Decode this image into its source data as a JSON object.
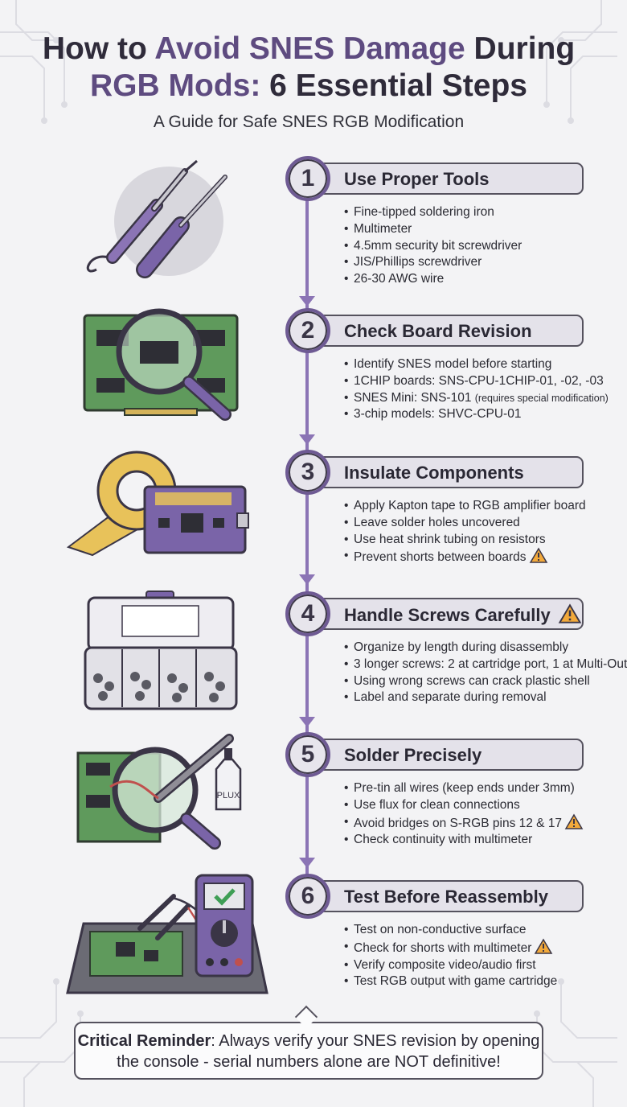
{
  "title": {
    "part1": "How to ",
    "accent1": "Avoid SNES Damage",
    "part2": " During",
    "accent2": "RGB Mods:",
    "part3": " 6 Essential Steps"
  },
  "subtitle": "A Guide for Safe SNES RGB Modification",
  "steps": [
    {
      "number": "1",
      "title": "Use Proper Tools",
      "items": [
        "Fine-tipped soldering iron",
        "Multimeter",
        "4.5mm security bit screwdriver",
        "JIS/Phillips screwdriver",
        "26-30 AWG wire"
      ]
    },
    {
      "number": "2",
      "title": "Check Board Revision",
      "items": [
        "Identify SNES model before starting",
        "1CHIP boards: SNS-CPU-1CHIP-01, -02, -03",
        "SNES Mini: SNS-101",
        "3-chip models: SHVC-CPU-01"
      ],
      "item2_note": "(requires special modification)"
    },
    {
      "number": "3",
      "title": "Insulate Components",
      "items": [
        "Apply Kapton tape to RGB amplifier board",
        "Leave solder holes uncovered",
        "Use heat shrink tubing on resistors",
        "Prevent shorts between boards"
      ]
    },
    {
      "number": "4",
      "title": "Handle Screws Carefully",
      "items": [
        "Organize by length during disassembly",
        "3 longer screws: 2 at cartridge port, 1 at Multi-Out",
        "Using wrong screws can crack plastic shell",
        "Label and separate during removal"
      ]
    },
    {
      "number": "5",
      "title": "Solder Precisely",
      "items": [
        "Pre-tin all wires (keep ends under 3mm)",
        "Use flux for clean connections",
        "Avoid bridges on S-RGB pins 12 & 17",
        "Check continuity with multimeter"
      ],
      "flux_label": "PLUX"
    },
    {
      "number": "6",
      "title": "Test Before Reassembly",
      "items": [
        "Test on non-conductive surface",
        "Check for shorts with multimeter",
        "Verify composite video/audio first",
        "Test RGB output with game cartridge"
      ]
    }
  ],
  "reminder": {
    "label": "Critical Reminder",
    "line1": ": Always verify your SNES revision by opening",
    "line2": "the console - serial numbers alone are NOT definitive!"
  },
  "colors": {
    "accent": "#5e4b80",
    "timeline": "#8b74b5",
    "warning": "#f2a93b",
    "pcb_green": "#5f9a5c",
    "pcb_purple": "#7a64a8"
  },
  "icons": [
    "warning-icon",
    "check-icon"
  ]
}
